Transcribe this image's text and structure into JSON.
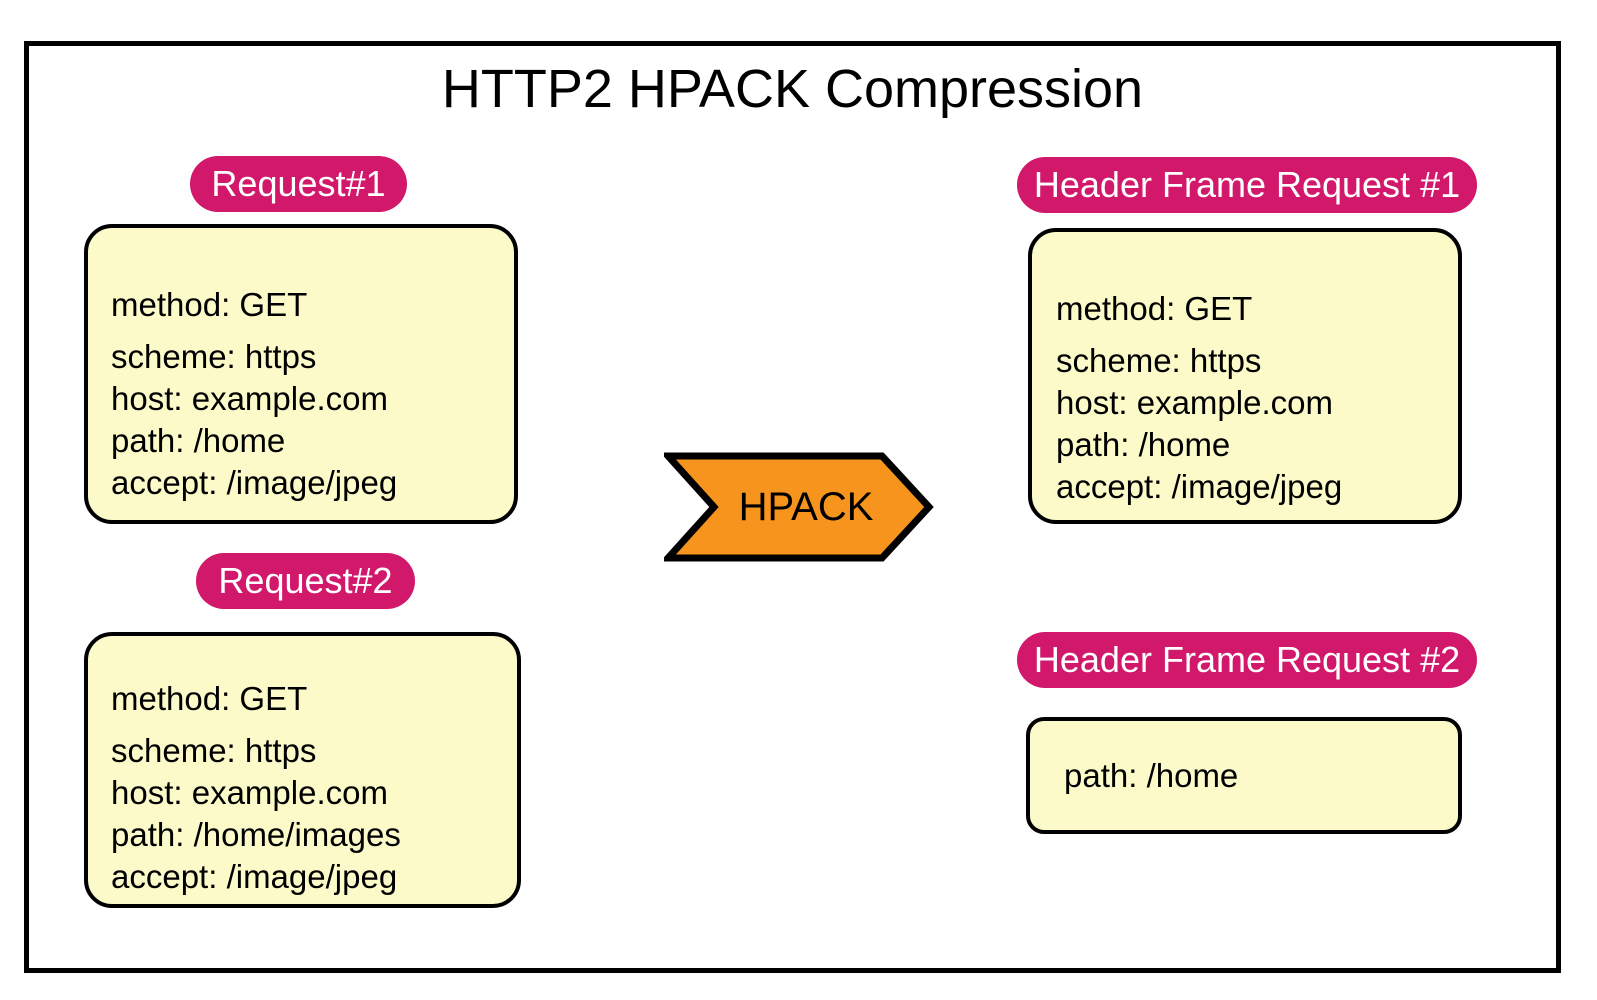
{
  "title": "HTTP2 HPACK Compression",
  "colors": {
    "badge_pink": "#d1186b",
    "note_yellow": "#fbfac8",
    "arrow_orange": "#f7941e",
    "outline_black": "#000000",
    "badge_text": "#ffffff"
  },
  "request1": {
    "label": "Request#1",
    "lines": [
      "method: GET",
      "scheme: https",
      "host: example.com",
      "path: /home",
      "accept: /image/jpeg"
    ]
  },
  "request2": {
    "label": "Request#2",
    "lines": [
      "method: GET",
      "scheme: https",
      "host: example.com",
      "path: /home/images",
      "accept: /image/jpeg"
    ]
  },
  "hpack": {
    "label": "HPACK"
  },
  "header_frame1": {
    "label": "Header Frame Request #1",
    "lines": [
      "method: GET",
      "scheme: https",
      "host: example.com",
      "path: /home",
      "accept: /image/jpeg"
    ]
  },
  "header_frame2": {
    "label": "Header Frame Request #2",
    "lines": [
      "path: /home"
    ]
  }
}
